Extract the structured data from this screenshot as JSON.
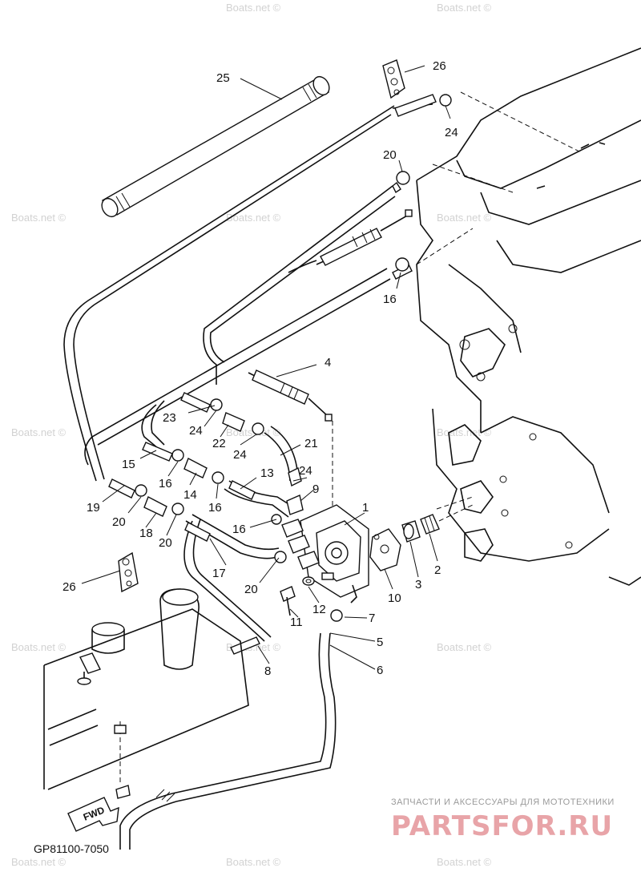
{
  "diagram": {
    "code": "GP81100-7050",
    "fwd_label": "FWD",
    "watermark": "Boats.net ©",
    "brand_top": "ЗАПЧАСТИ И АКСЕССУАРЫ ДЛЯ МОТОТЕХНИКИ",
    "brand_name": "PARTSFOR.RU",
    "callouts": [
      {
        "id": "c25a",
        "label": "25"
      },
      {
        "id": "c26a",
        "label": "26"
      },
      {
        "id": "c24a",
        "label": "24"
      },
      {
        "id": "c20a",
        "label": "20"
      },
      {
        "id": "c16a",
        "label": "16"
      },
      {
        "id": "c4",
        "label": "4"
      },
      {
        "id": "c23",
        "label": "23"
      },
      {
        "id": "c24b",
        "label": "24"
      },
      {
        "id": "c22",
        "label": "22"
      },
      {
        "id": "c24c",
        "label": "24"
      },
      {
        "id": "c21",
        "label": "21"
      },
      {
        "id": "c15",
        "label": "15"
      },
      {
        "id": "c16b",
        "label": "16"
      },
      {
        "id": "c14",
        "label": "14"
      },
      {
        "id": "c13",
        "label": "13"
      },
      {
        "id": "c24d",
        "label": "24"
      },
      {
        "id": "c9",
        "label": "9"
      },
      {
        "id": "c16c",
        "label": "16"
      },
      {
        "id": "c1",
        "label": "1"
      },
      {
        "id": "c19",
        "label": "19"
      },
      {
        "id": "c20b",
        "label": "20"
      },
      {
        "id": "c18",
        "label": "18"
      },
      {
        "id": "c20c",
        "label": "20"
      },
      {
        "id": "c16d",
        "label": "16"
      },
      {
        "id": "c17",
        "label": "17"
      },
      {
        "id": "c2",
        "label": "2"
      },
      {
        "id": "c3",
        "label": "3"
      },
      {
        "id": "c10",
        "label": "10"
      },
      {
        "id": "c26b",
        "label": "26"
      },
      {
        "id": "c20d",
        "label": "20"
      },
      {
        "id": "c12",
        "label": "12"
      },
      {
        "id": "c11",
        "label": "11"
      },
      {
        "id": "c7",
        "label": "7"
      },
      {
        "id": "c5",
        "label": "5"
      },
      {
        "id": "c6",
        "label": "6"
      },
      {
        "id": "c8",
        "label": "8"
      }
    ]
  }
}
